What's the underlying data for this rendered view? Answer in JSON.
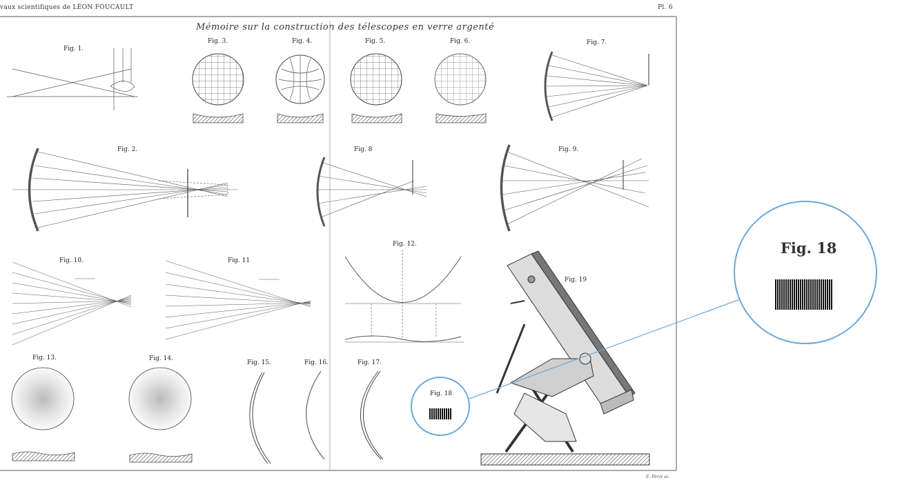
{
  "header": {
    "left": "vaux scientifiques de LÉON FOUCAULT",
    "right": "Pl. 6"
  },
  "title": "Mémoire sur la construction des télescopes en verre argenté",
  "engraver": "E. Pérot sc.",
  "figures": {
    "fig1": "Fig. 1.",
    "fig2": "Fig. 2.",
    "fig3": "Fig. 3.",
    "fig4": "Fig. 4.",
    "fig5": "Fig. 5.",
    "fig6": "Fig. 6.",
    "fig7": "Fig. 7.",
    "fig8": "Fig. 8",
    "fig9": "Fig. 9.",
    "fig10": "Fig. 10.",
    "fig11": "Fig. 11",
    "fig12": "Fig. 12.",
    "fig13": "Fig. 13.",
    "fig14": "Fig. 14.",
    "fig15": "Fig. 15.",
    "fig16": "Fig. 16.",
    "fig17": "Fig. 17.",
    "fig19": "Fig. 19"
  },
  "zoom": {
    "small_label": "Fig. 18",
    "large_label": "Fig. 18",
    "border_color": "#6aa8da"
  }
}
